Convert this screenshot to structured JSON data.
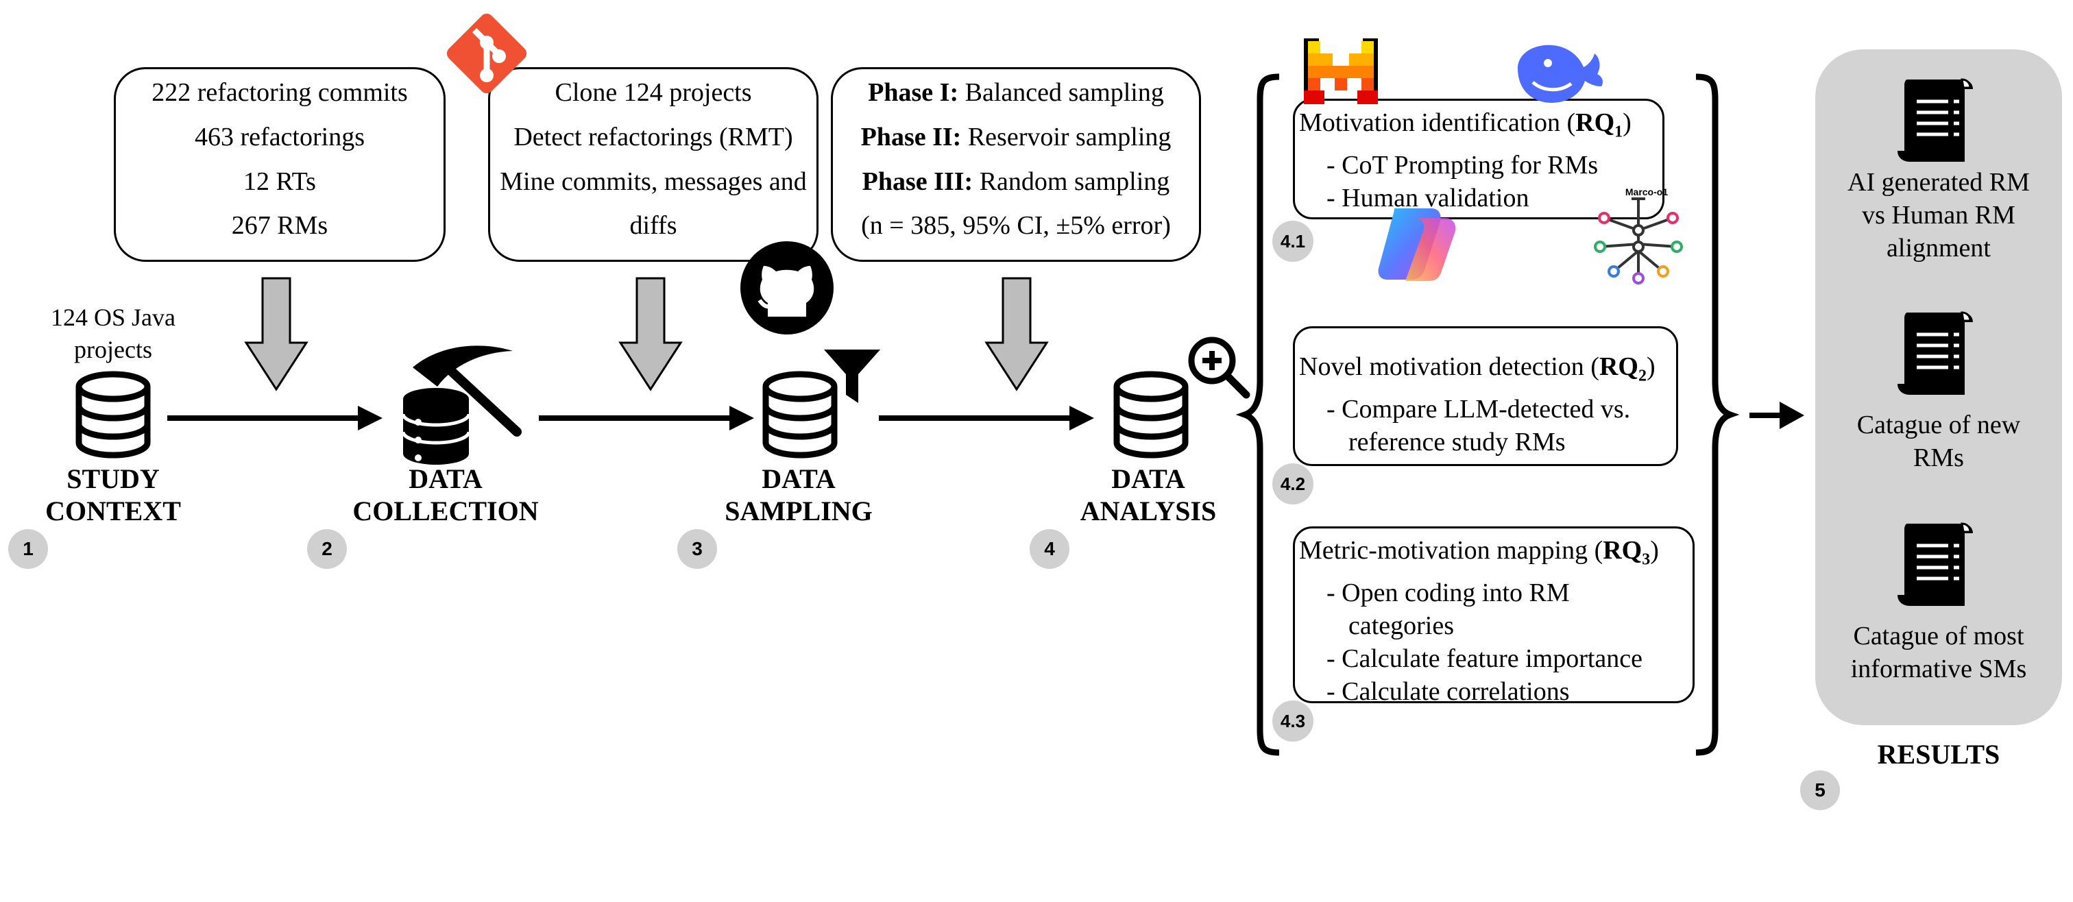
{
  "boxes": {
    "context": {
      "lines": [
        "222 refactoring commits",
        "463 refactorings",
        "12 RTs",
        "267 RMs"
      ]
    },
    "collection": {
      "lines": [
        "Clone 124 projects",
        "Detect refactorings (RMT)",
        "Mine commits, messages and",
        "diffs"
      ]
    },
    "sampling": {
      "phase1_bold": "Phase I:",
      "phase1_text": " Balanced sampling",
      "phase2_bold": "Phase II:",
      "phase2_text": " Reservoir sampling",
      "phase3_bold": "Phase III:",
      "phase3_text": " Random sampling",
      "note": "(n = 385, 95% CI, ±5% error)"
    }
  },
  "context_caption": [
    "124 OS Java",
    "projects"
  ],
  "stages": [
    {
      "label_l1": "STUDY",
      "label_l2": "CONTEXT",
      "badge": "1"
    },
    {
      "label_l1": "DATA",
      "label_l2": "COLLECTION",
      "badge": "2"
    },
    {
      "label_l1": "DATA",
      "label_l2": "SAMPLING",
      "badge": "3"
    },
    {
      "label_l1": "DATA",
      "label_l2": "ANALYSIS",
      "badge": "4"
    }
  ],
  "rq": {
    "rq1": {
      "title": "Motivation identification (",
      "rq": "RQ",
      "sub": "1",
      "close": ")",
      "items": [
        "- CoT Prompting for RMs",
        "- Human validation"
      ],
      "badge": "4.1"
    },
    "rq2": {
      "title": "Novel motivation detection (",
      "rq": "RQ",
      "sub": "2",
      "close": ")",
      "items": [
        "- Compare LLM-detected vs.",
        "reference study RMs"
      ],
      "badge": "4.2"
    },
    "rq3": {
      "title": "Metric-motivation mapping (",
      "rq": "RQ",
      "sub": "3",
      "close": ")",
      "items": [
        "- Open coding into RM",
        "categories",
        "- Calculate feature importance",
        "- Calculate correlations"
      ],
      "badge": "4.3"
    }
  },
  "marco_label": "Marco-o1",
  "results": {
    "items": [
      [
        "AI generated RM",
        "vs Human RM",
        "alignment"
      ],
      [
        "Catague of new",
        "RMs"
      ],
      [
        "Catague of most",
        "informative SMs"
      ]
    ],
    "label": "RESULTS",
    "badge": "5"
  },
  "colors": {
    "git": "#f05133",
    "arrow_fill": "#bdbdbd",
    "badge": "#d0d0d0",
    "results_panel": "#d3d3d3",
    "deepseek": "#4d6bfe"
  }
}
